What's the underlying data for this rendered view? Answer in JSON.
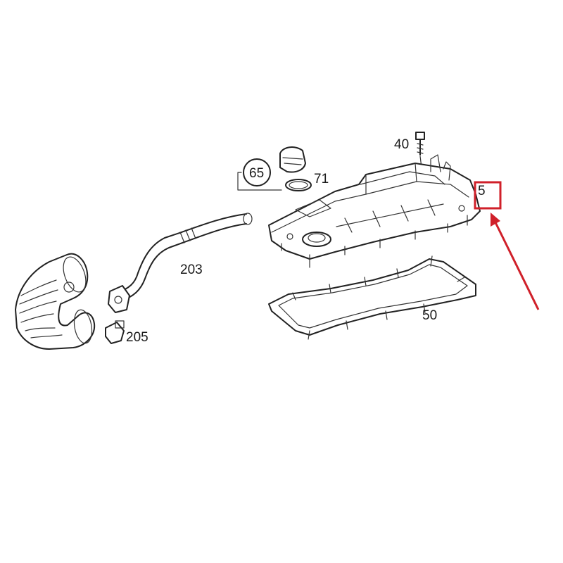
{
  "callouts": {
    "valve_cover": "5",
    "bolt": "40",
    "gasket": "50",
    "oil_cap": "65",
    "seal_ring": "71",
    "breather_hose": "203",
    "connector": "205"
  },
  "highlight_color": "#d0202a"
}
